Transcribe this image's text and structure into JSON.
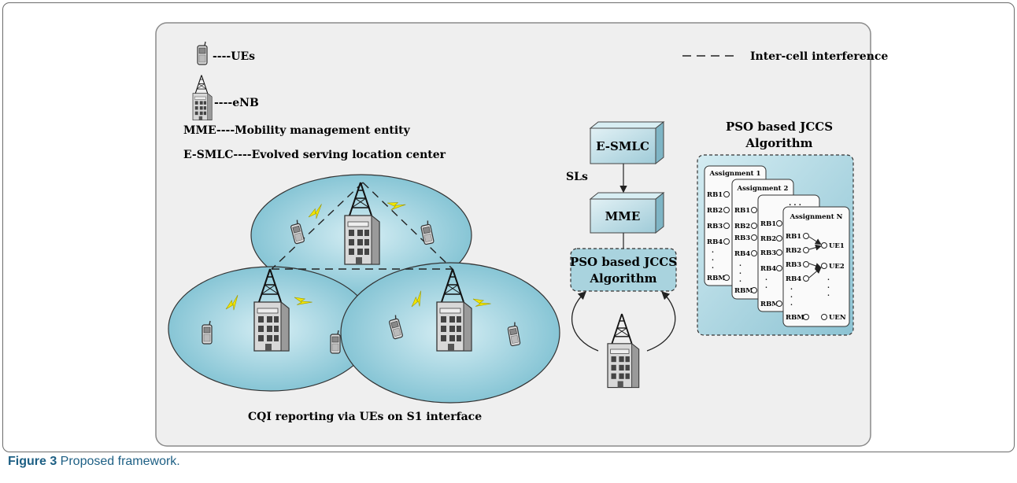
{
  "legend": {
    "ues": "----UEs",
    "enb": "----eNB",
    "mme": "MME----Mobility management entity",
    "esmlc": "E-SMLC----Evolved serving location center",
    "interference": "Inter-cell interference"
  },
  "labels": {
    "cqi": "CQI reporting via UEs on S1 interface",
    "sls": "SLs",
    "esmlc_box": "E-SMLC",
    "mme_box": "MME",
    "pso_line1": "PSO based JCCS",
    "pso_line2": "Algorithm",
    "panel_title1": "PSO based JCCS",
    "panel_title2": "Algorithm"
  },
  "assignments": {
    "a1": "Assignment 1",
    "a2": "Assignment 2",
    "dots": ". . .",
    "an": "Assignment N",
    "rb1": "RB1",
    "rb2": "RB2",
    "rb3": "RB3",
    "rb4": "RB4",
    "rbm": "RBM",
    "ue1": "UE1",
    "ue2": "UE2",
    "uen": "UEN"
  },
  "caption": {
    "num": "Figure 3",
    "text": " Proposed framework."
  },
  "colors": {
    "cell_fill": "#a6d4df",
    "panel_fill": "#bfe0e8",
    "background_panel": "#efefef",
    "caption": "#1d5f84"
  }
}
